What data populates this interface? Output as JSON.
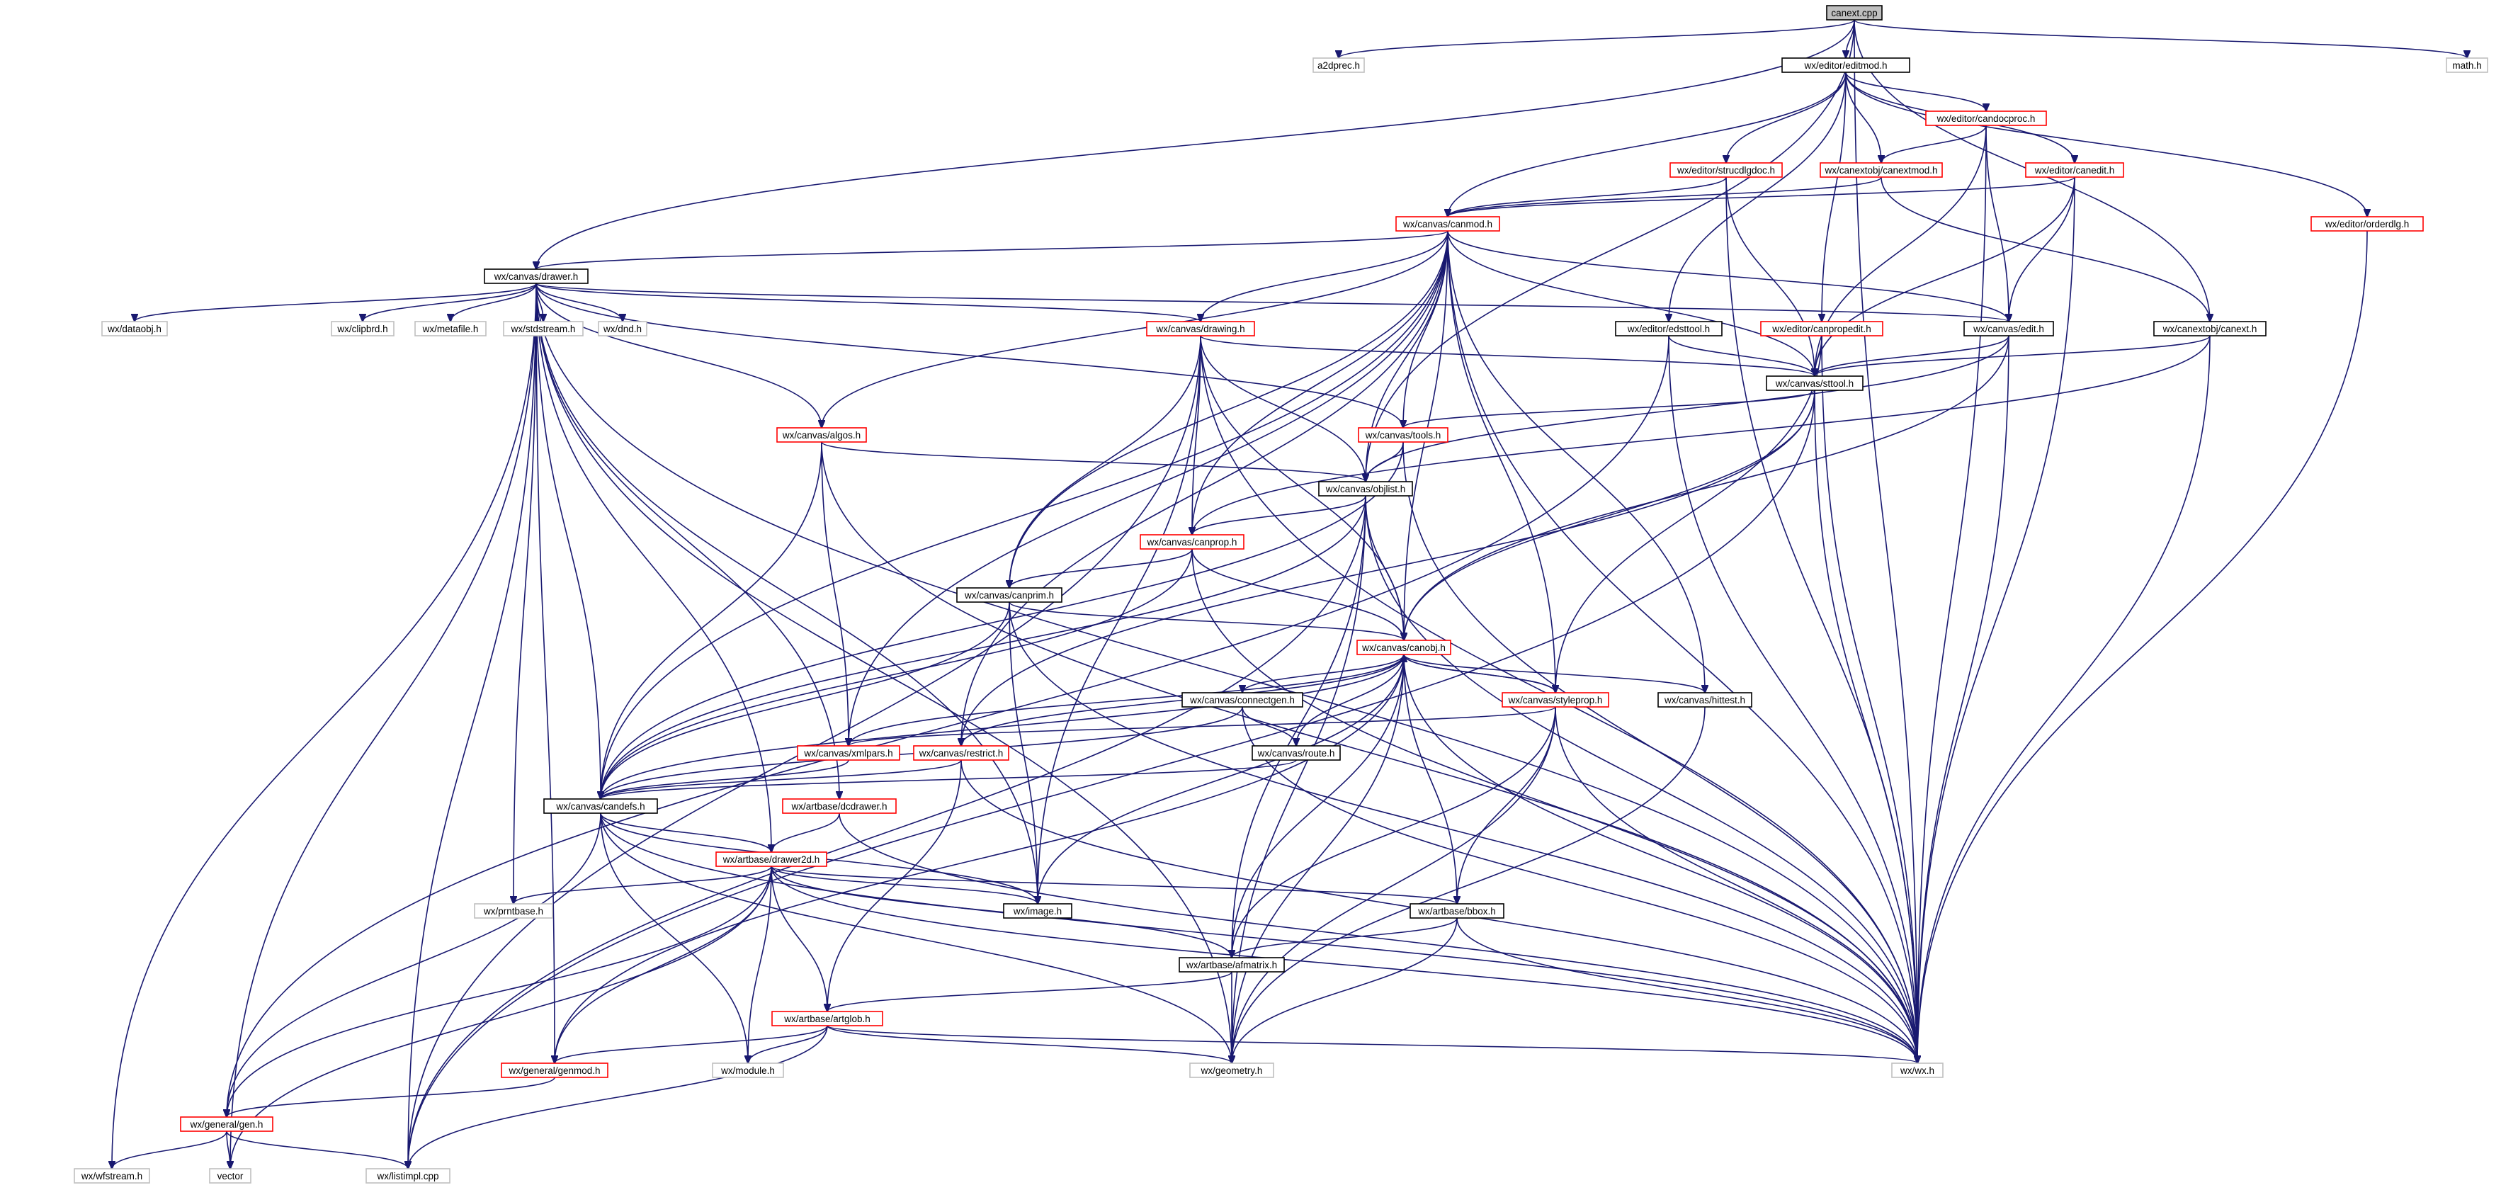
{
  "colors": {
    "edge": "#191970",
    "root_fill": "#bfbfbf",
    "documented_border": "#000000",
    "undocumented_border": "#ff0000",
    "external_border": "#bfbfbf",
    "text": "#000000"
  },
  "nodes": [
    {
      "id": "canext_cpp",
      "label": "canext.cpp",
      "kind": "root"
    },
    {
      "id": "a2dprec_h",
      "label": "a2dprec.h",
      "kind": "external"
    },
    {
      "id": "editmod_h",
      "label": "wx/editor/editmod.h",
      "kind": "doc"
    },
    {
      "id": "math_h",
      "label": "math.h",
      "kind": "external"
    },
    {
      "id": "candoc_h",
      "label": "wx/editor/candocproc.h",
      "kind": "undoc"
    },
    {
      "id": "strucdg_h",
      "label": "wx/editor/strucdlgdoc.h",
      "kind": "undoc"
    },
    {
      "id": "canextmod_h",
      "label": "wx/canextobj/canextmod.h",
      "kind": "undoc"
    },
    {
      "id": "canedit_h",
      "label": "wx/editor/canedit.h",
      "kind": "undoc"
    },
    {
      "id": "orderdlg_h",
      "label": "wx/editor/orderdlg.h",
      "kind": "undoc"
    },
    {
      "id": "canmod_h",
      "label": "wx/canvas/canmod.h",
      "kind": "undoc"
    },
    {
      "id": "drawer_h",
      "label": "wx/canvas/drawer.h",
      "kind": "doc"
    },
    {
      "id": "dataobj_h",
      "label": "wx/dataobj.h",
      "kind": "external"
    },
    {
      "id": "clipbrd_h",
      "label": "wx/clipbrd.h",
      "kind": "external"
    },
    {
      "id": "metafile_h",
      "label": "wx/metafile.h",
      "kind": "external"
    },
    {
      "id": "stdstream_h",
      "label": "wx/stdstream.h",
      "kind": "external"
    },
    {
      "id": "dnd_h",
      "label": "wx/dnd.h",
      "kind": "external"
    },
    {
      "id": "drawing_h",
      "label": "wx/canvas/drawing.h",
      "kind": "undoc"
    },
    {
      "id": "edsttool_h",
      "label": "wx/editor/edsttool.h",
      "kind": "doc"
    },
    {
      "id": "canpropedit_h",
      "label": "wx/editor/canpropedit.h",
      "kind": "undoc"
    },
    {
      "id": "edit_h",
      "label": "wx/canvas/edit.h",
      "kind": "doc"
    },
    {
      "id": "canext_h",
      "label": "wx/canextobj/canext.h",
      "kind": "doc"
    },
    {
      "id": "sttool_h",
      "label": "wx/canvas/sttool.h",
      "kind": "doc"
    },
    {
      "id": "algos_h",
      "label": "wx/canvas/algos.h",
      "kind": "undoc"
    },
    {
      "id": "tools_h",
      "label": "wx/canvas/tools.h",
      "kind": "undoc"
    },
    {
      "id": "objlist_h",
      "label": "wx/canvas/objlist.h",
      "kind": "doc"
    },
    {
      "id": "canprop_h",
      "label": "wx/canvas/canprop.h",
      "kind": "undoc"
    },
    {
      "id": "canprim_h",
      "label": "wx/canvas/canprim.h",
      "kind": "doc"
    },
    {
      "id": "canobj_h",
      "label": "wx/canvas/canobj.h",
      "kind": "undoc"
    },
    {
      "id": "connectgen_h",
      "label": "wx/canvas/connectgen.h",
      "kind": "doc"
    },
    {
      "id": "styleprop_h",
      "label": "wx/canvas/styleprop.h",
      "kind": "undoc"
    },
    {
      "id": "hittest_h",
      "label": "wx/canvas/hittest.h",
      "kind": "doc"
    },
    {
      "id": "xmlpars_h",
      "label": "wx/canvas/xmlpars.h",
      "kind": "undoc"
    },
    {
      "id": "restrict_h",
      "label": "wx/canvas/restrict.h",
      "kind": "undoc"
    },
    {
      "id": "route_h",
      "label": "wx/canvas/route.h",
      "kind": "doc"
    },
    {
      "id": "candefs_h",
      "label": "wx/canvas/candefs.h",
      "kind": "doc"
    },
    {
      "id": "dcdrawer_h",
      "label": "wx/artbase/dcdrawer.h",
      "kind": "undoc"
    },
    {
      "id": "drawer2d_h",
      "label": "wx/artbase/drawer2d.h",
      "kind": "undoc"
    },
    {
      "id": "prntbase_h",
      "label": "wx/prntbase.h",
      "kind": "external"
    },
    {
      "id": "image_h",
      "label": "wx/image.h",
      "kind": "doc"
    },
    {
      "id": "bbox_h",
      "label": "wx/artbase/bbox.h",
      "kind": "doc"
    },
    {
      "id": "afmatrix_h",
      "label": "wx/artbase/afmatrix.h",
      "kind": "doc"
    },
    {
      "id": "artglob_h",
      "label": "wx/artbase/artglob.h",
      "kind": "undoc"
    },
    {
      "id": "genmod_h",
      "label": "wx/general/genmod.h",
      "kind": "undoc"
    },
    {
      "id": "module_h",
      "label": "wx/module.h",
      "kind": "external"
    },
    {
      "id": "geometry_h",
      "label": "wx/geometry.h",
      "kind": "external"
    },
    {
      "id": "wx_h",
      "label": "wx/wx.h",
      "kind": "external"
    },
    {
      "id": "gen_h",
      "label": "wx/general/gen.h",
      "kind": "undoc"
    },
    {
      "id": "wfstream_h",
      "label": "wx/wfstream.h",
      "kind": "external"
    },
    {
      "id": "vector",
      "label": "vector",
      "kind": "external"
    },
    {
      "id": "listimpl_cpp",
      "label": "wx/listimpl.cpp",
      "kind": "external"
    }
  ]
}
